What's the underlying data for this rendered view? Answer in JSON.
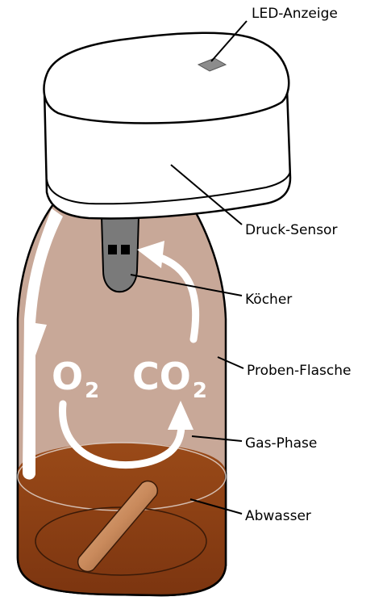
{
  "labels": {
    "led": "LED-Anzeige",
    "sensor": "Druck-Sensor",
    "quiver": "Köcher",
    "bottle": "Proben-Flasche",
    "gas_phase": "Gas-Phase",
    "wastewater": "Abwasser"
  },
  "gases": {
    "o2_main": "O",
    "o2_sub": "2",
    "co2_main": "CO",
    "co2_sub": "2"
  },
  "colors": {
    "bottle_fill": "#c8a898",
    "liquid": "#8b3f12",
    "liquid_dark": "#6e2e0a",
    "cap": "#ffffff",
    "quiver": "#7a7a7a",
    "led": "#8c8c8c",
    "stir_bar": "#c98a5c",
    "arrow": "#ffffff",
    "outline": "#000000"
  }
}
